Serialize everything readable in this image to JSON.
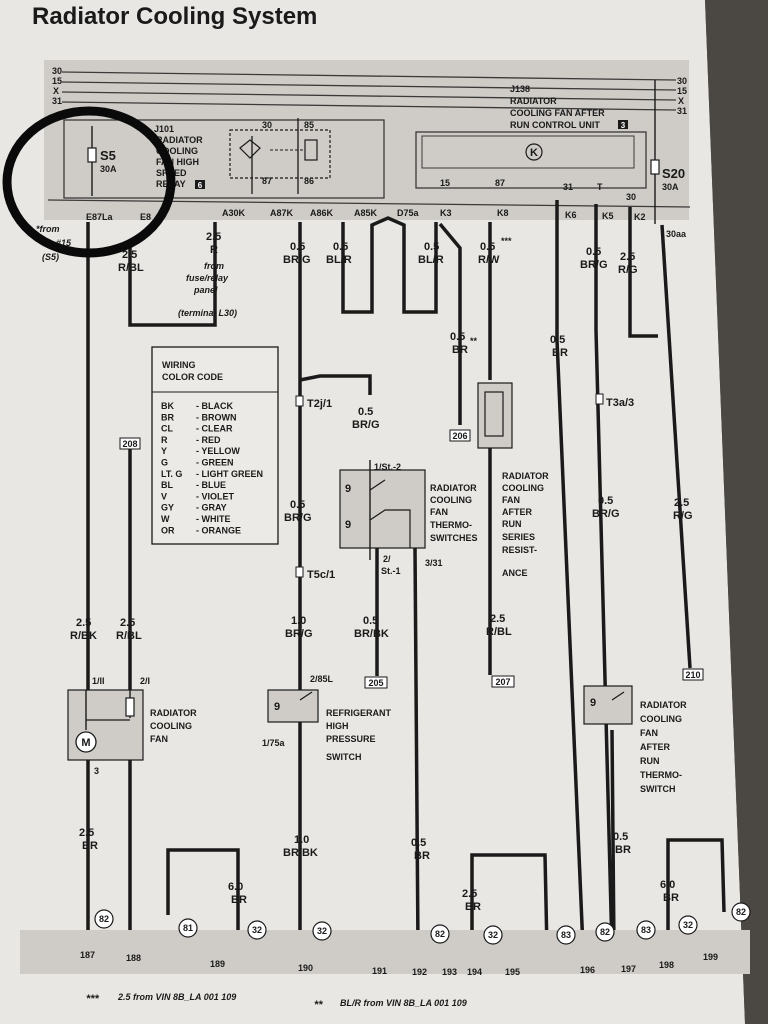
{
  "title": "Radiator Cooling System",
  "buses": [
    "30",
    "15",
    "X",
    "31"
  ],
  "relay": {
    "name": "J101",
    "desc": [
      "RADIATOR",
      "COOLING",
      "FAN HIGH",
      "SPEED",
      "RELAY"
    ],
    "badge": "6",
    "pins": [
      "30",
      "85",
      "87",
      "86"
    ]
  },
  "fuse_s5": {
    "name": "S5",
    "rating": "30A"
  },
  "fuse_s20": {
    "name": "S20",
    "rating": "30A"
  },
  "unit_j138": {
    "name": "J138",
    "desc": [
      "RADIATOR",
      "COOLING FAN AFTER",
      "RUN CONTROL UNIT"
    ],
    "badge": "3",
    "symbol": "K",
    "pins": [
      "15",
      "87",
      "31",
      "T",
      "30"
    ]
  },
  "connectors": [
    "E87La",
    "E8",
    "A30K",
    "A87K",
    "A86K",
    "A85K",
    "D75a",
    "K3",
    "K8",
    "K6",
    "K5",
    "K2",
    "30aa"
  ],
  "from_note": [
    "*from",
    "#15",
    "(S5)"
  ],
  "wires": {
    "w_rbl": [
      "2.5",
      "R/BL"
    ],
    "w_r": [
      "2.5",
      "R"
    ],
    "fuse_panel": [
      "from",
      "fuse/relay",
      "panel",
      "(terminal L30)"
    ],
    "w_brg1": [
      "0.5",
      "BR/G"
    ],
    "w_blr1": [
      "0.5",
      "BL/R"
    ],
    "w_blr2": [
      "0.5",
      "BL/R"
    ],
    "w_rw": [
      "0.5",
      "R/W"
    ],
    "w_rw_mark": "***",
    "w_brg2": [
      "0.5",
      "BR/G"
    ],
    "w_rg": [
      "2.5",
      "R/G"
    ],
    "w_br_k3": [
      "0.5",
      "BR"
    ],
    "w_br_k3_mark": "**",
    "w_br_k6": [
      "0.5",
      "BR"
    ],
    "w_brg_mid": [
      "0.5",
      "BR/G"
    ],
    "w_brg_left": [
      "0.5",
      "BR/G"
    ],
    "w_brg_right": [
      "0.5",
      "BR/G"
    ],
    "w_rg_right": [
      "2.5",
      "R/G"
    ],
    "w_rbk": [
      "2.5",
      "R/BK"
    ],
    "w_rbl_low": [
      "2.5",
      "R/BL"
    ],
    "w_brg_10": [
      "1.0",
      "BR/G"
    ],
    "w_brbk_05": [
      "0.5",
      "BR/BK"
    ],
    "w_rbl_res": [
      "2.5",
      "R/BL"
    ],
    "w_br_fan": [
      "2.5",
      "BR"
    ],
    "w_brbk_10": [
      "1.0",
      "BR/BK"
    ],
    "w_br_05a": [
      "0.5",
      "BR"
    ],
    "w_br_25": [
      "2.5",
      "BR"
    ],
    "w_br_05b": [
      "0.5",
      "BR"
    ],
    "w_br_60a": [
      "6.0",
      "BR"
    ],
    "w_br_60b": [
      "6.0",
      "BR"
    ]
  },
  "color_code": {
    "title": [
      "WIRING",
      "COLOR CODE"
    ],
    "rows": [
      [
        "BK",
        "- BLACK"
      ],
      [
        "BR",
        "- BROWN"
      ],
      [
        "CL",
        "- CLEAR"
      ],
      [
        "R",
        "- RED"
      ],
      [
        "Y",
        "- YELLOW"
      ],
      [
        "G",
        "- GREEN"
      ],
      [
        "LT. G",
        "- LIGHT GREEN"
      ],
      [
        "BL",
        "- BLUE"
      ],
      [
        "V",
        "- VIOLET"
      ],
      [
        "GY",
        "- GRAY"
      ],
      [
        "W",
        "- WHITE"
      ],
      [
        "OR",
        "- ORANGE"
      ]
    ]
  },
  "t_connectors": {
    "t2j": "T2j/1",
    "t5c": "T5c/1",
    "t3a": "T3a/3"
  },
  "refs": {
    "r208": "208",
    "r206": "206",
    "r205": "205",
    "r207": "207",
    "r210": "210"
  },
  "thermo": {
    "desc": [
      "RADIATOR",
      "COOLING",
      "FAN",
      "THERMO-",
      "SWITCHES"
    ],
    "pins": [
      "1/St.-2",
      "2/",
      "St.-1",
      "3/31"
    ]
  },
  "resistance": {
    "desc": [
      "RADIATOR",
      "COOLING",
      "FAN",
      "AFTER",
      "RUN",
      "SERIES",
      "RESIST-",
      "ANCE"
    ]
  },
  "fan": {
    "desc": [
      "RADIATOR",
      "COOLING",
      "FAN"
    ],
    "pins": [
      "1/II",
      "2/I",
      "3"
    ],
    "motor": "M"
  },
  "pressure": {
    "desc": [
      "REFRIGERANT",
      "HIGH",
      "PRESSURE",
      "SWITCH"
    ],
    "pins": [
      "2/85L",
      "1/75a"
    ]
  },
  "after_thermo": {
    "desc": [
      "RADIATOR",
      "COOLING",
      "FAN",
      "AFTER",
      "RUN",
      "THERMO-",
      "SWITCH"
    ]
  },
  "grounds": [
    "82",
    "81",
    "32",
    "32",
    "82",
    "32",
    "83",
    "82",
    "83",
    "32",
    "82"
  ],
  "positions": [
    "187",
    "188",
    "189",
    "190",
    "191",
    "192",
    "193",
    "194",
    "195",
    "196",
    "197",
    "198",
    "199"
  ],
  "footnotes": {
    "a_mark": "***",
    "a_text": "2.5 from VIN 8B_LA 001 109",
    "b_mark": "**",
    "b_text": "BL/R from VIN 8B_LA 001 109"
  },
  "colors": {
    "paper": "#e9e7e3",
    "band": "#cfccc7",
    "ink": "#1a1a1a",
    "circle": "#0a0a0a",
    "backdrop": "#5a5652"
  }
}
